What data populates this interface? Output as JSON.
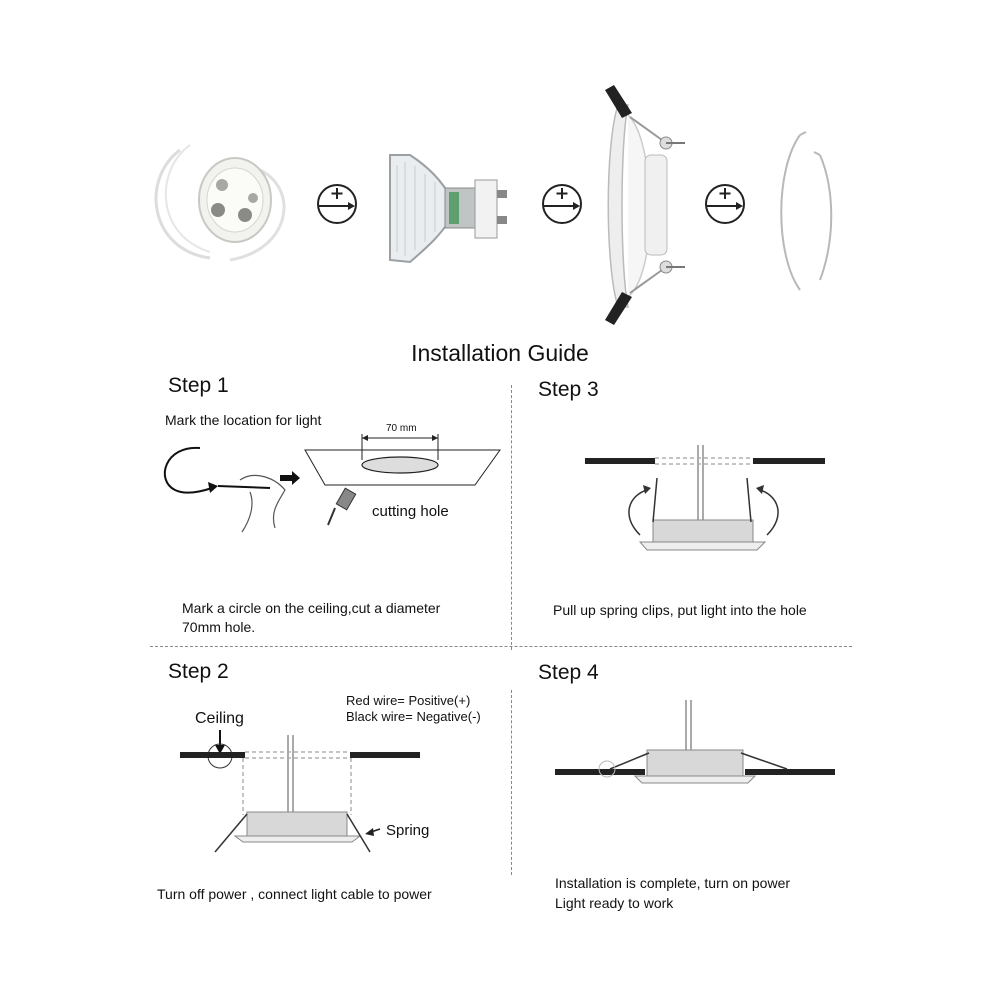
{
  "title": "Installation Guide",
  "step1": {
    "heading": "Step 1",
    "mark_label": "Mark the location for light",
    "dimension": "70 mm",
    "cutting_label": "cutting hole",
    "note": "Mark a circle on the ceiling,cut a diameter\n70mm hole."
  },
  "step2": {
    "heading": "Step 2",
    "ceiling_label": "Ceiling",
    "red_wire": "Red wire= Positive(+)",
    "black_wire": "Black wire= Negative(-)",
    "spring_label": "Spring",
    "note": "Turn off power , connect light cable to power"
  },
  "step3": {
    "heading": "Step 3",
    "note": "Pull up spring clips, put light into the hole"
  },
  "step4": {
    "heading": "Step 4",
    "note_line1": "Installation is complete, turn on power",
    "note_line2": "Light ready to work"
  },
  "icons": [
    "lamp-socket-icon",
    "plus-arrow-icon",
    "gu10-bulb-icon",
    "downlight-housing-icon",
    "retaining-clip-icon",
    "hand-pencil-icon",
    "cutter-tool-icon"
  ]
}
